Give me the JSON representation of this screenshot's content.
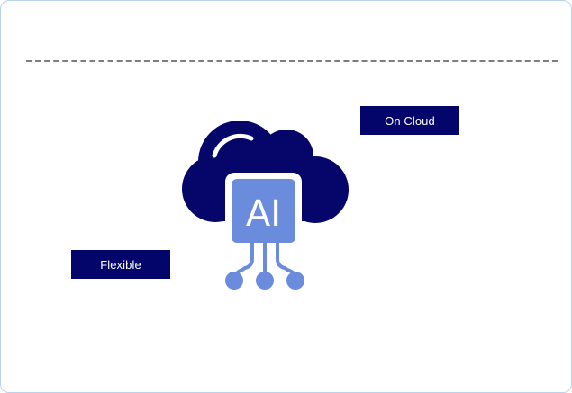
{
  "labels": {
    "on_cloud": "On Cloud",
    "flexible": "Flexible"
  },
  "icon": {
    "name": "ai-cloud-icon",
    "chip_text": "AI"
  },
  "colors": {
    "tag_background": "#04056b",
    "tag_text": "#ffffff",
    "cloud": "#05056a",
    "chip": "#6b8bdc",
    "divider": "#7d7d7d",
    "card_border": "#b7d3ef"
  }
}
